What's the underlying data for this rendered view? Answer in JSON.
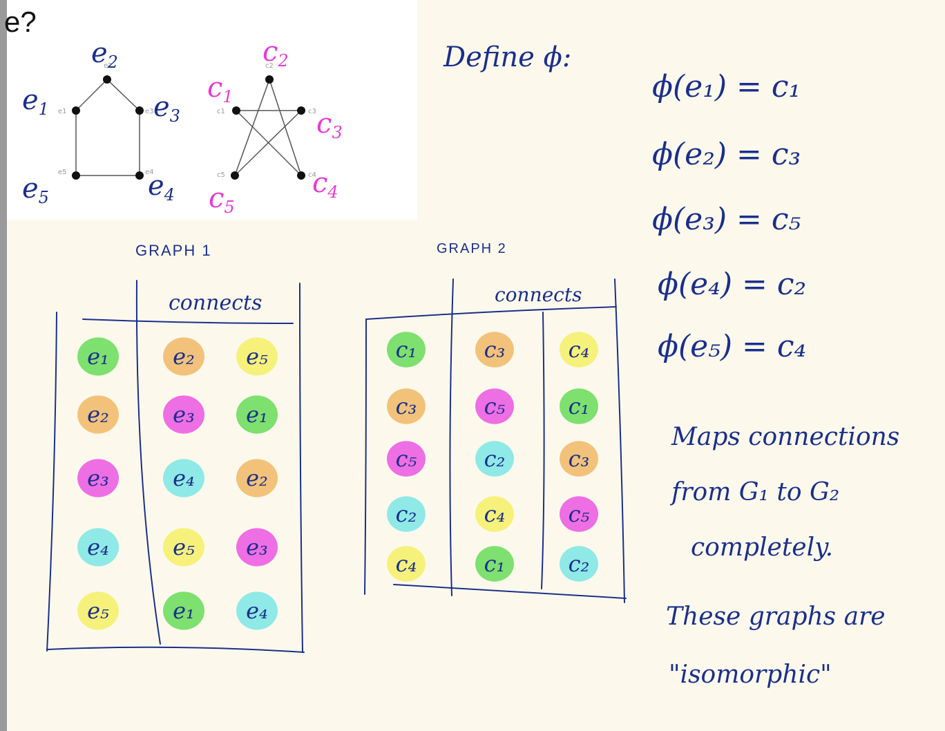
{
  "header_fragment": "e?",
  "figure": {
    "graph1": {
      "labels": [
        "e1",
        "e2",
        "e3",
        "e4",
        "e5"
      ],
      "handwritten": [
        {
          "main": "e",
          "sub": "1"
        },
        {
          "main": "e",
          "sub": "2"
        },
        {
          "main": "e",
          "sub": "3"
        },
        {
          "main": "e",
          "sub": "4"
        },
        {
          "main": "e",
          "sub": "5"
        }
      ]
    },
    "graph2": {
      "labels": [
        "c1",
        "c2",
        "c3",
        "c4",
        "c5"
      ],
      "handwritten": [
        {
          "main": "c",
          "sub": "1"
        },
        {
          "main": "c",
          "sub": "2"
        },
        {
          "main": "c",
          "sub": "3"
        },
        {
          "main": "c",
          "sub": "4"
        },
        {
          "main": "c",
          "sub": "5"
        }
      ]
    }
  },
  "define_title": "Define ϕ:",
  "mappings": [
    "ϕ(e₁) = c₁",
    "ϕ(e₂) = c₃",
    "ϕ(e₃) = c₅",
    "ϕ(e₄) = c₂",
    "ϕ(e₅) = c₄"
  ],
  "graph1_table": {
    "title": "GRAPH 1",
    "header": "connects",
    "rows": [
      [
        {
          "t": "e₁",
          "c": "green"
        },
        {
          "t": "e₂",
          "c": "orange"
        },
        {
          "t": "e₅",
          "c": "yellow"
        }
      ],
      [
        {
          "t": "e₂",
          "c": "orange"
        },
        {
          "t": "e₃",
          "c": "magenta"
        },
        {
          "t": "e₁",
          "c": "green"
        }
      ],
      [
        {
          "t": "e₃",
          "c": "magenta"
        },
        {
          "t": "e₄",
          "c": "cyan"
        },
        {
          "t": "e₂",
          "c": "orange"
        }
      ],
      [
        {
          "t": "e₄",
          "c": "cyan"
        },
        {
          "t": "e₅",
          "c": "yellow"
        },
        {
          "t": "e₃",
          "c": "magenta"
        }
      ],
      [
        {
          "t": "e₅",
          "c": "yellow"
        },
        {
          "t": "e₁",
          "c": "green"
        },
        {
          "t": "e₄",
          "c": "cyan"
        }
      ]
    ]
  },
  "graph2_table": {
    "title": "GRAPH 2",
    "header": "connects",
    "rows": [
      [
        {
          "t": "c₁",
          "c": "green"
        },
        {
          "t": "c₃",
          "c": "orange"
        },
        {
          "t": "c₄",
          "c": "yellow"
        }
      ],
      [
        {
          "t": "c₃",
          "c": "orange"
        },
        {
          "t": "c₅",
          "c": "magenta"
        },
        {
          "t": "c₁",
          "c": "green"
        }
      ],
      [
        {
          "t": "c₅",
          "c": "magenta"
        },
        {
          "t": "c₂",
          "c": "cyan"
        },
        {
          "t": "c₃",
          "c": "orange"
        }
      ],
      [
        {
          "t": "c₂",
          "c": "cyan"
        },
        {
          "t": "c₄",
          "c": "yellow"
        },
        {
          "t": "c₅",
          "c": "magenta"
        }
      ],
      [
        {
          "t": "c₄",
          "c": "yellow"
        },
        {
          "t": "c₁",
          "c": "green"
        },
        {
          "t": "c₂",
          "c": "cyan"
        }
      ]
    ]
  },
  "notes": [
    "Maps connections",
    "from G₁ to G₂",
    "completely.",
    "These graphs are",
    "\"isomorphic\""
  ],
  "colors": {
    "ink": "#1a2f8c",
    "magenta_ink": "#e83ad6",
    "green": "#7ee06e",
    "orange": "#f2c27a",
    "yellow": "#f6f17a",
    "magenta": "#ee6ee4",
    "cyan": "#8fe9e6",
    "background": "#fcf9ec"
  }
}
